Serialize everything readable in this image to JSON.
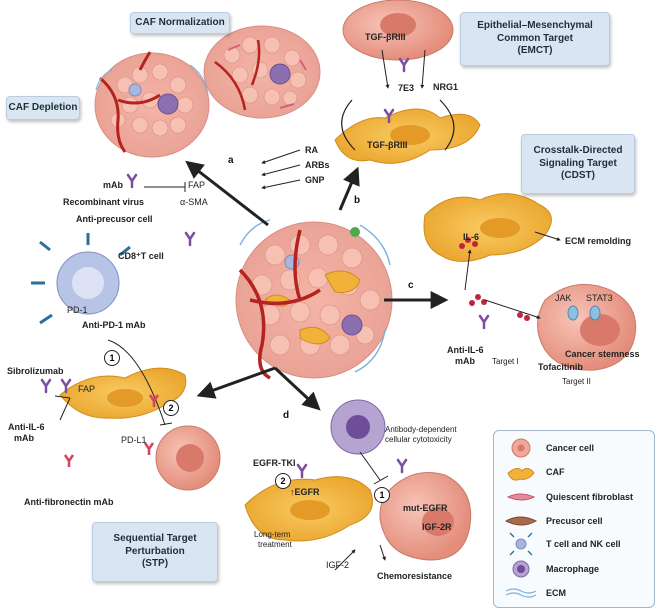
{
  "panels": {
    "caf_normalization": "CAF Normalization",
    "caf_depletion": "CAF Depletion",
    "emct": [
      "Epithelial–Mesenchymal",
      "Common Target",
      "(EMCT)"
    ],
    "cdst": [
      "Crosstalk-Directed",
      "Signaling Target",
      "(CDST)"
    ],
    "stp": [
      "Sequential Target",
      "Perturbation",
      "(STP)"
    ]
  },
  "letters": {
    "a": "a",
    "b": "b",
    "c": "c",
    "d": "d"
  },
  "section_a": {
    "ra": "RA",
    "arbs": "ARBs",
    "gnp": "GNP",
    "mab": "mAb",
    "fap": "FAP",
    "recombinant_virus": "Recombinant virus",
    "asma": "α-SMA",
    "anti_precusor": "Anti-precusor cell"
  },
  "section_b": {
    "tgf_top": "TGF-βRIII",
    "tgf_bottom": "TGF-βRIII",
    "e73": "7E3",
    "nrg1": "NRG1"
  },
  "section_c": {
    "il6": "IL-6",
    "ecm_remolding": "ECM remolding",
    "jak": "JAK",
    "stat3": "STAT3",
    "anti_il6": [
      "Anti-IL-6",
      "mAb"
    ],
    "target1": "Target I",
    "tofacitinib": "Tofacitinib",
    "target2": "Target II",
    "cancer_stemness": "Cancer stemness"
  },
  "left_section": {
    "cd8": "CD8⁺T cell",
    "pd1": "PD-1",
    "anti_pd1": "Anti-PD-1 mAb",
    "sibrolizumab": "Sibrolizumab",
    "fap": "FAP",
    "anti_il6": [
      "Anti-IL-6",
      "mAb"
    ],
    "pdl1": "PD-L1",
    "anti_fibronectin": "Anti-fibronectin mAb",
    "n1": "1",
    "n2": "2"
  },
  "section_d": {
    "adcc": [
      "Antibody-dependent",
      "cellular cytotoxicity"
    ],
    "egfr_tki": "EGFR-TKI",
    "up_egfr": "↑EGFR",
    "mut_egfr": "mut-EGFR",
    "igf2r": "IGF-2R",
    "igf2": "IGF-2",
    "long_term": [
      "Long-term",
      "treatment"
    ],
    "chemoresistance": "Chemoresistance",
    "n1": "1",
    "n2": "2"
  },
  "legend": {
    "items": [
      "Cancer cell",
      "CAF",
      "Quiescent fibroblast",
      "Precusor cell",
      "T cell and NK cell",
      "Macrophage",
      "ECM"
    ]
  },
  "colors": {
    "caf": "#f2b23a",
    "cancer_cell": "#f0a89a",
    "panel_bg": "#d9e6f2",
    "antibody": "#7b4fa0",
    "vessel": "#b4231f",
    "ecm": "#7fb1d6"
  }
}
